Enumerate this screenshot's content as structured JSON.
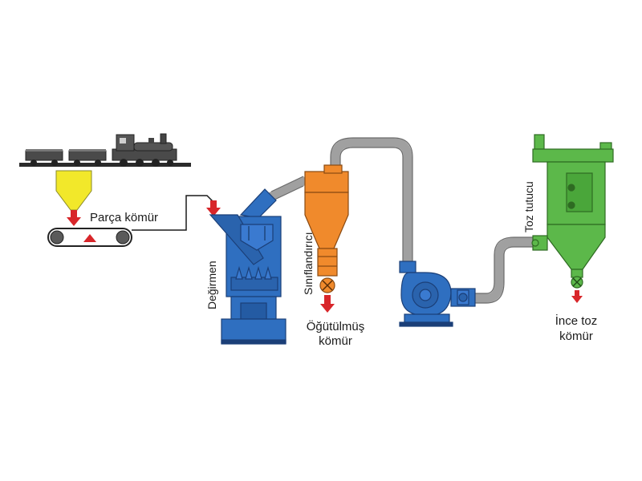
{
  "labels": {
    "coarse_coal": "Parça kömür",
    "mill": "Değirmen",
    "classifier": "Sınıflandırıcı",
    "ground_coal_line1": "Öğütülmüş",
    "ground_coal_line2": "kömür",
    "dust_collector": "Toz tutucu",
    "fine_coal_line1": "İnce toz",
    "fine_coal_line2": "kömür"
  },
  "colors": {
    "train": "#3a3a3a",
    "hopper": "#f2e82a",
    "mill": "#2f6fc0",
    "classifier": "#f08a2c",
    "fan": "#2f6fc0",
    "collector": "#5cb84a",
    "pipe": "#a9a9a9",
    "arrow": "#d8262a"
  },
  "icons": {
    "train": "locomotive-with-wagons",
    "conveyor": "belt-conveyor",
    "mill": "vertical-mill",
    "classifier": "cyclone-classifier",
    "fan": "centrifugal-fan",
    "collector": "bag-dust-collector",
    "valve": "rotary-valve"
  }
}
